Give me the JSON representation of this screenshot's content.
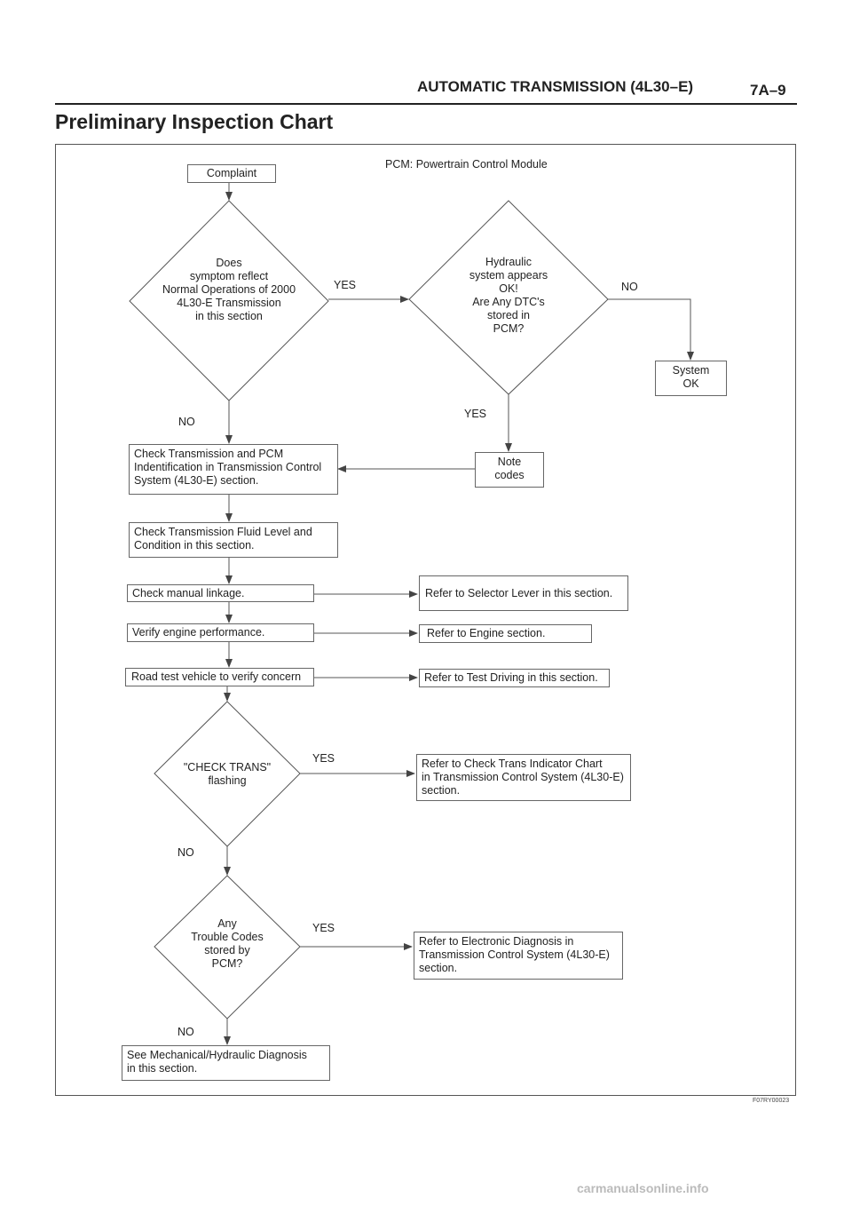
{
  "header": {
    "section_title": "AUTOMATIC TRANSMISSION (4L30–E)",
    "page_number": "7A–9"
  },
  "page_title": "Preliminary Inspection Chart",
  "legend": "PCM:  Powertrain Control Module",
  "figure_id": "F07RY00023",
  "footer": "carmanualsonline.info",
  "nodes": {
    "complaint": "Complaint",
    "d_symptom": [
      "Does",
      "symptom reflect",
      "Normal Operations of 2000",
      "4L30-E Transmission",
      "in this section"
    ],
    "d_hydraulic": [
      "Hydraulic",
      "system appears",
      "OK!",
      "Are Any DTC's",
      "stored in",
      "PCM?"
    ],
    "system_ok": [
      "System",
      "OK"
    ],
    "note_codes": [
      "Note",
      "codes"
    ],
    "check_pcm": [
      "Check Transmission and PCM",
      "Indentification in Transmission Control",
      "System (4L30-E) section."
    ],
    "check_fluid": [
      "Check Transmission Fluid Level and",
      "Condition in this section."
    ],
    "check_linkage": "Check manual linkage.",
    "ref_selector": "Refer to Selector Lever in this section.",
    "verify_engine": "Verify engine performance.",
    "ref_engine": "Refer to Engine section.",
    "road_test": "Road test vehicle to verify concern",
    "ref_driving": "Refer to Test Driving in this section.",
    "d_check_trans": [
      "\"CHECK TRANS\"",
      "flashing"
    ],
    "ref_indicator": [
      "Refer to Check Trans Indicator Chart",
      "in Transmission Control System (4L30-E)",
      "section."
    ],
    "d_trouble": [
      "Any",
      "Trouble Codes",
      "stored by",
      "PCM?"
    ],
    "ref_electronic": [
      "Refer to Electronic Diagnosis in",
      "Transmission Control System (4L30-E)",
      "section."
    ],
    "mechanical": [
      "See Mechanical/Hydraulic Diagnosis",
      "in this section."
    ]
  },
  "labels": {
    "yes1": "YES",
    "no1": "NO",
    "no2": "NO",
    "yes2": "YES",
    "yes3": "YES",
    "no3": "NO",
    "yes4": "YES",
    "no4": "NO"
  }
}
